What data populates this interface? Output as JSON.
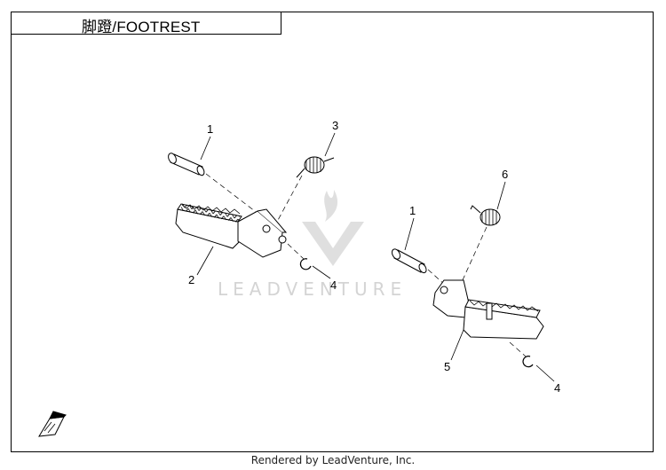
{
  "title": "脚蹬/FOOTREST",
  "watermark": "LEADVENTURE",
  "footer": "Rendered by LeadVenture, Inc.",
  "callouts": [
    {
      "id": "c1a",
      "label": "1"
    },
    {
      "id": "c2",
      "label": "2"
    },
    {
      "id": "c3",
      "label": "3"
    },
    {
      "id": "c4a",
      "label": "4"
    },
    {
      "id": "c1b",
      "label": "1"
    },
    {
      "id": "c6",
      "label": "6"
    },
    {
      "id": "c5",
      "label": "5"
    },
    {
      "id": "c4b",
      "label": "4"
    }
  ]
}
